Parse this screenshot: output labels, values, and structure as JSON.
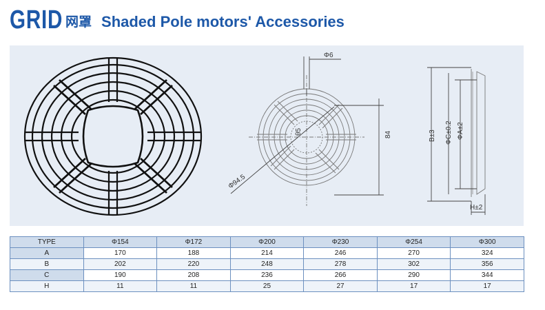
{
  "header": {
    "brand": "GRID",
    "chinese_title": "网罩",
    "title": "Shaded Pole motors' Accessories"
  },
  "diagram": {
    "front_labels": {
      "phi6": "Φ6",
      "theta5": "θ5",
      "dim84": "84",
      "phi94_5": "Φ94.5"
    },
    "side_labels": {
      "b": "B±3",
      "c": "ΦC±0.2",
      "a": "ΦA±2",
      "h": "H±2"
    }
  },
  "table": {
    "columns": [
      "TYPE",
      "Φ154",
      "Φ172",
      "Φ200",
      "Φ230",
      "Φ254",
      "Φ300"
    ],
    "rows": [
      [
        "A",
        "170",
        "188",
        "214",
        "246",
        "270",
        "324"
      ],
      [
        "B",
        "202",
        "220",
        "248",
        "278",
        "302",
        "356"
      ],
      [
        "C",
        "190",
        "208",
        "236",
        "266",
        "290",
        "344"
      ],
      [
        "H",
        "11",
        "11",
        "25",
        "27",
        "17",
        "17"
      ]
    ]
  },
  "colors": {
    "brand_blue": "#1d58a8",
    "panel_bg": "#e7edf5",
    "table_border": "#6b8fbf"
  }
}
